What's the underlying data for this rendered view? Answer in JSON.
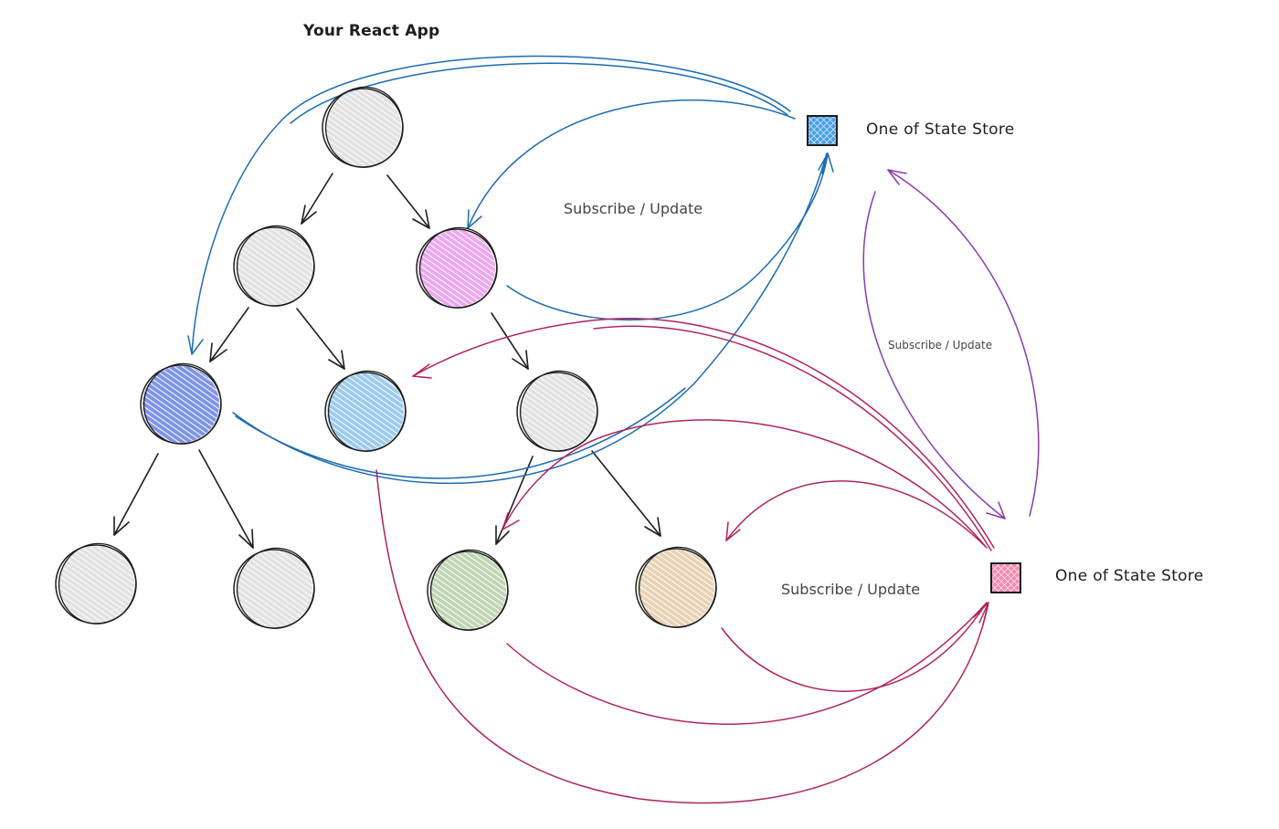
{
  "diagram": {
    "title": "Your React App",
    "stores": [
      {
        "id": "store-blue",
        "label": "One of State Store",
        "fill": "#4a9fe8"
      },
      {
        "id": "store-red",
        "label": "One of State Store",
        "fill": "#f08ab0"
      }
    ],
    "edge_labels": {
      "blue": "Subscribe / Update",
      "purple": "Subscribe / Update",
      "red": "Subscribe / Update"
    },
    "colors": {
      "blue_edge": "#1c6bb4",
      "purple_edge": "#8a3ab0",
      "red_edge": "#b0245c",
      "tree_edge": "#1e1e1e"
    },
    "nodes": [
      {
        "id": "root",
        "fill": "#d8d8d8"
      },
      {
        "id": "left-1",
        "fill": "#d8d8d8"
      },
      {
        "id": "right-1",
        "fill": "#e68ae8"
      },
      {
        "id": "left-left-2",
        "fill": "#5470e0"
      },
      {
        "id": "left-right-2",
        "fill": "#7bb8ec"
      },
      {
        "id": "right-child-2",
        "fill": "#d8d8d8"
      },
      {
        "id": "leaf-a",
        "fill": "#d8d8d8"
      },
      {
        "id": "leaf-b",
        "fill": "#d8d8d8"
      },
      {
        "id": "leaf-c",
        "fill": "#a9c79a"
      },
      {
        "id": "leaf-d",
        "fill": "#e2c39a"
      }
    ]
  }
}
